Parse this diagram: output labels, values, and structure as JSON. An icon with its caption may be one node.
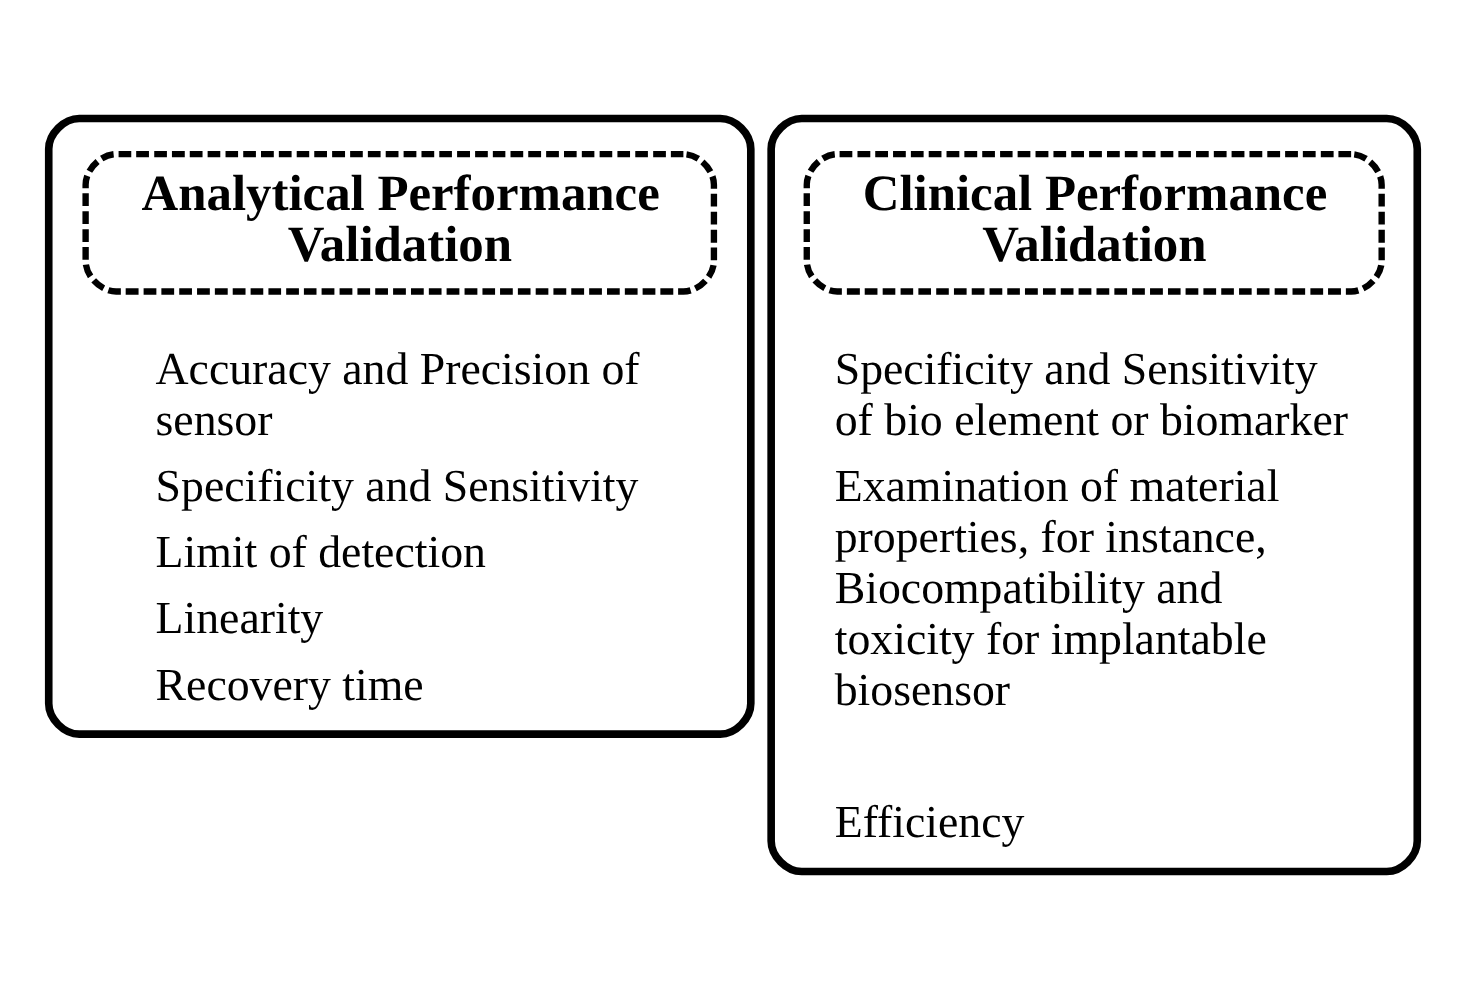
{
  "diagram": {
    "nodes": [
      {
        "text": [
          "Accuracy and Precision of sensor",
          "Specificity and Sensitivity",
          "Limit of detection",
          "Linearity",
          "Recovery time"
        ]
      },
      {
        "text": [
          "Analytical Performance Validation"
        ],
        "in": 0
      },
      {
        "text": [
          "Specificity and Sensitivity of bio element or biomarker",
          "Examination of material properties, for instance, Biocompatibility and toxicity for implantable biosensor",
          "Efficiency"
        ]
      },
      {
        "text": [
          "Clinical Performance Validation"
        ],
        "in": 2
      }
    ]
  }
}
